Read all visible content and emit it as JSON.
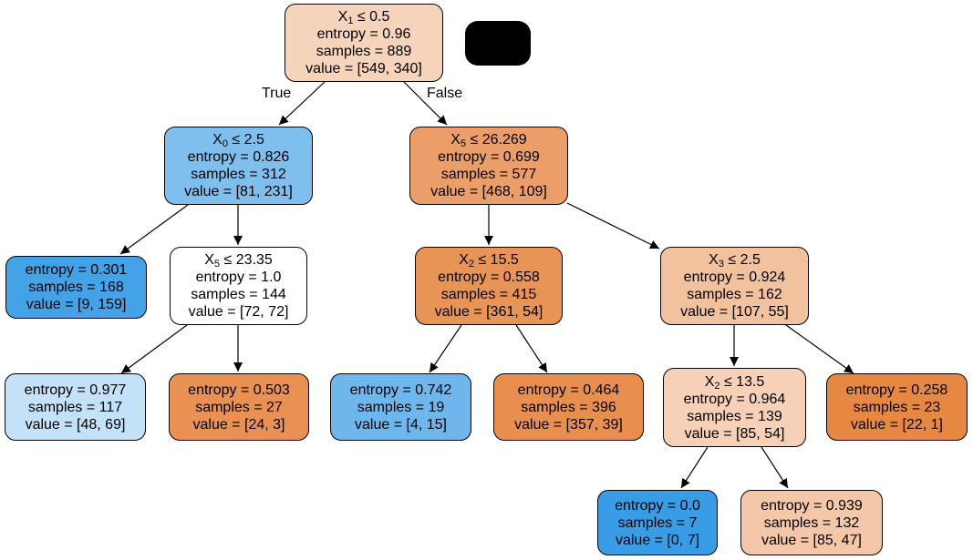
{
  "edge_labels": {
    "true": "True",
    "false": "False"
  },
  "nodes": {
    "root": {
      "var": "X",
      "sub": "1",
      "cond": "≤ 0.5",
      "entropy": "entropy = 0.96",
      "samples": "samples = 889",
      "value": "value = [549, 340]",
      "color": "#f6d4bb"
    },
    "n1": {
      "var": "X",
      "sub": "0",
      "cond": "≤ 2.5",
      "entropy": "entropy = 0.826",
      "samples": "samples = 312",
      "value": "value = [81, 231]",
      "color": "#7fbfee"
    },
    "n2": {
      "var": "X",
      "sub": "5",
      "cond": "≤ 26.269",
      "entropy": "entropy = 0.699",
      "samples": "samples = 577",
      "value": "value = [468, 109]",
      "color": "#eb9e67"
    },
    "l1": {
      "entropy": "entropy = 0.301",
      "samples": "samples = 168",
      "value": "value = [9, 159]",
      "color": "#44a3e6"
    },
    "n3": {
      "var": "X",
      "sub": "5",
      "cond": "≤ 23.35",
      "entropy": "entropy = 1.0",
      "samples": "samples = 144",
      "value": "value = [72, 72]",
      "color": "#ffffff"
    },
    "n4": {
      "var": "X",
      "sub": "2",
      "cond": "≤ 15.5",
      "entropy": "entropy = 0.558",
      "samples": "samples = 415",
      "value": "value = [361, 54]",
      "color": "#e99457"
    },
    "n5": {
      "var": "X",
      "sub": "3",
      "cond": "≤ 2.5",
      "entropy": "entropy = 0.924",
      "samples": "samples = 162",
      "value": "value = [107, 55]",
      "color": "#f2c29f"
    },
    "l2": {
      "entropy": "entropy = 0.977",
      "samples": "samples = 117",
      "value": "value = [48, 69]",
      "color": "#c3e1f7"
    },
    "l3": {
      "entropy": "entropy = 0.503",
      "samples": "samples = 27",
      "value": "value = [24, 3]",
      "color": "#e89152"
    },
    "l4": {
      "entropy": "entropy = 0.742",
      "samples": "samples = 19",
      "value": "value = [4, 15]",
      "color": "#6eb7ec"
    },
    "l5": {
      "entropy": "entropy = 0.464",
      "samples": "samples = 396",
      "value": "value = [357, 39]",
      "color": "#e88f4f"
    },
    "n6": {
      "var": "X",
      "sub": "2",
      "cond": "≤ 13.5",
      "entropy": "entropy = 0.964",
      "samples": "samples = 139",
      "value": "value = [85, 54]",
      "color": "#f6d1b7"
    },
    "l6": {
      "entropy": "entropy = 0.258",
      "samples": "samples = 23",
      "value": "value = [22, 1]",
      "color": "#e68742"
    },
    "l7": {
      "entropy": "entropy = 0.0",
      "samples": "samples = 7",
      "value": "value = [0, 7]",
      "color": "#399de5"
    },
    "l8": {
      "entropy": "entropy = 0.939",
      "samples": "samples = 132",
      "value": "value = [85, 47]",
      "color": "#f3c7a7"
    }
  },
  "redaction_color": "#000000"
}
